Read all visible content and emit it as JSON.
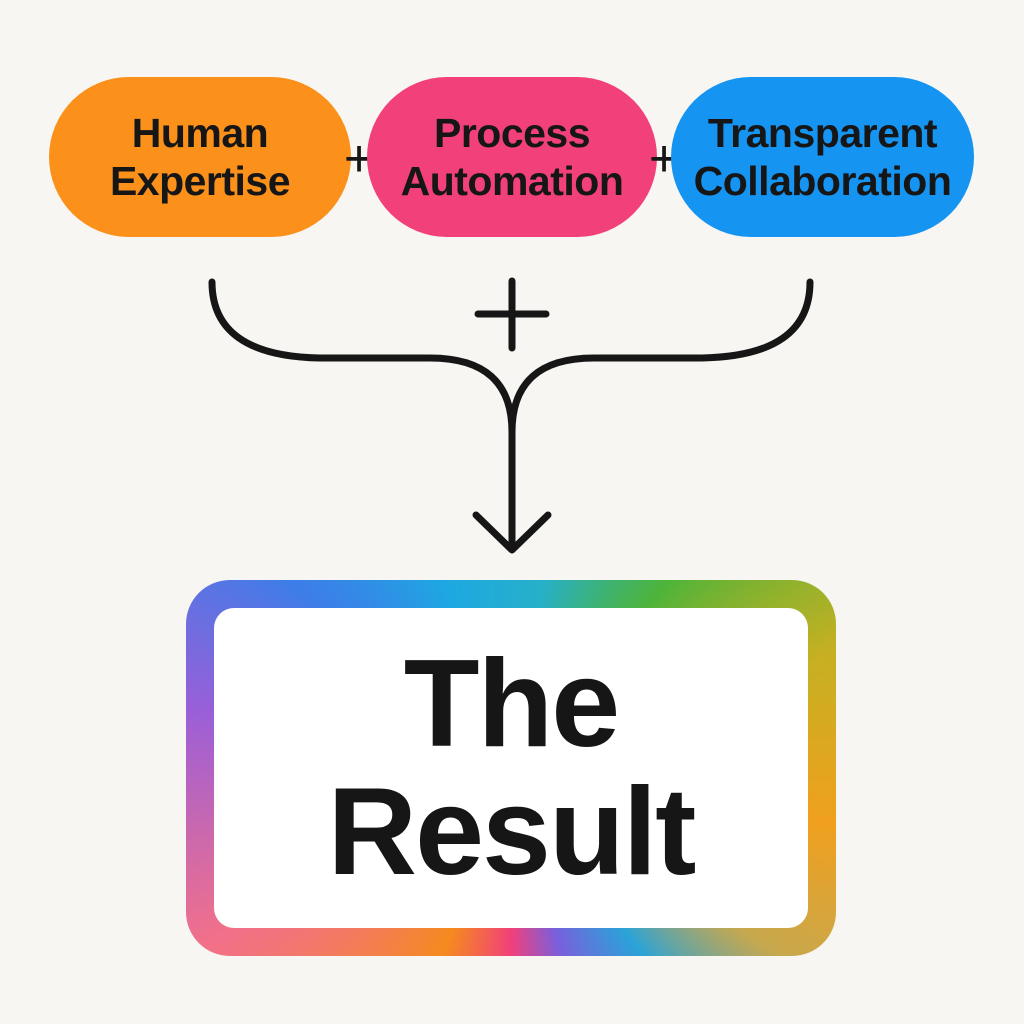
{
  "inputs": [
    {
      "line1": "Human",
      "line2": "Expertise",
      "color": "#fb901a"
    },
    {
      "line1": "Process",
      "line2": "Automation",
      "color": "#f2417a"
    },
    {
      "line1": "Transparent",
      "line2": "Collaboration",
      "color": "#1694f2"
    }
  ],
  "operators": {
    "between_a": "+",
    "between_b": "+",
    "merge": "+"
  },
  "result": {
    "line1": "The",
    "line2": "Result"
  },
  "colors": {
    "background": "#f8f6f2",
    "text": "#161616",
    "connector": "#161616"
  }
}
